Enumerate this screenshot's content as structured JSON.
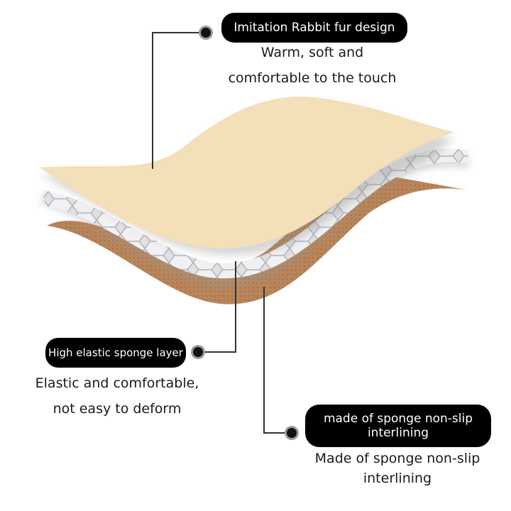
{
  "callouts": [
    {
      "id": "rabbit-fur",
      "label": "Imitation Rabbit fur design",
      "description_lines": [
        "Warm, soft and",
        "comfortable to the touch"
      ]
    },
    {
      "id": "sponge-layer",
      "label": "High elastic sponge layer",
      "description_lines": [
        "Elastic and comfortable,",
        "not easy to deform"
      ]
    },
    {
      "id": "non-slip",
      "label_lines": [
        "made of sponge non-slip",
        "interlining"
      ],
      "description_lines": [
        "Made of sponge non-slip",
        "interlining"
      ]
    }
  ],
  "colors": {
    "fur_layer": "#f3dfb8",
    "sponge_layer": "#d9d9dc",
    "base_layer": "#b9875a",
    "pill_bg": "#000000",
    "connector": "#333333"
  }
}
